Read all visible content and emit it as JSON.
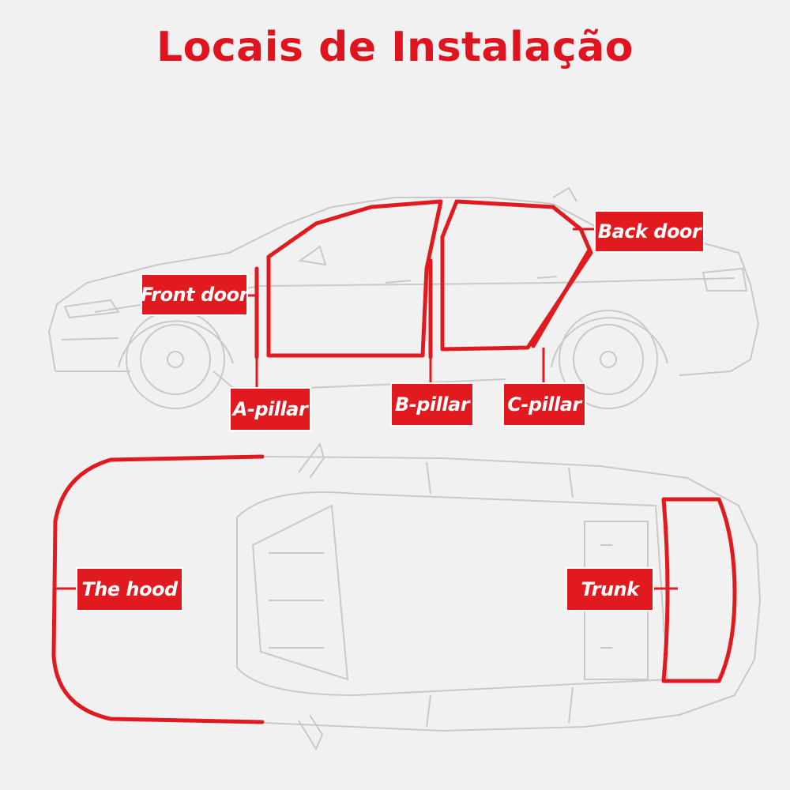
{
  "title": "Locais de Instalação",
  "labels": {
    "front_door": "Front door",
    "back_door": "Back door",
    "a_pillar": "A-pillar",
    "b_pillar": "B-pillar",
    "c_pillar": "C-pillar",
    "hood": "The hood",
    "trunk": "Trunk"
  },
  "colors": {
    "accent": "#e01a1f",
    "outline": "#c8c8c8",
    "background": "#f1f1f1"
  }
}
